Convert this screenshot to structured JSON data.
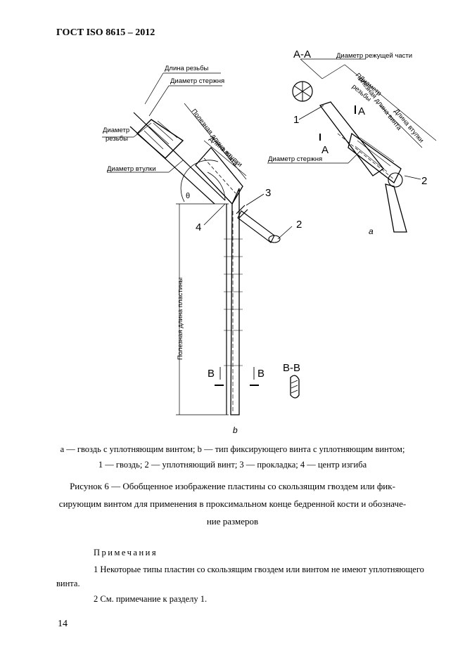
{
  "header": {
    "doc_id": "ГОСТ ISO 8615 – 2012"
  },
  "figure": {
    "labels": {
      "thread_length": "Длина резьбы",
      "shaft_diameter": "Диаметр стержня",
      "thread_diameter_1": "Диаметр",
      "thread_diameter_2": "резьбы",
      "sleeve_diameter": "Диаметр втулки",
      "useful_screw_length": "Полезная длина винта",
      "sleeve_length": "Длина втулки",
      "theta": "θ",
      "num_3": "3",
      "num_4": "4",
      "num_2": "2",
      "num_1": "1",
      "useful_plate_length": "Полезная длина пластины",
      "section_b": "B",
      "section_b2": "B",
      "section_bb": "B-B",
      "sub_b": "b",
      "section_aa": "A-A",
      "cutting_diameter": "Диаметр режущей части",
      "shaft_diameter_a": "Диаметр стержня",
      "section_a": "A",
      "section_a2": "A",
      "sub_a": "a"
    }
  },
  "caption": {
    "line1": "a — гвоздь с уплотняющим винтом; b — тип фиксирующего винта с уплотняющим винтом;",
    "line2": "1 — гвоздь; 2 — уплотняющий винт; 3 — прокладка; 4 — центр изгиба"
  },
  "figure_title": {
    "line1": "Рисунок 6 — Обобщенное изображение пластины со скользящим гвоздем или фик-",
    "line2": "сирующим винтом для применения в проксимальном конце бедренной кости и обозначе-",
    "line3": "ние размеров"
  },
  "notes": {
    "heading": "Примечания",
    "note1_line1": "1 Некоторые типы пластин со скользящим гвоздем или винтом не имеют уплотняющего",
    "note1_line2": "винта.",
    "note2": "2 См. примечание к разделу 1."
  },
  "page_number": "14"
}
